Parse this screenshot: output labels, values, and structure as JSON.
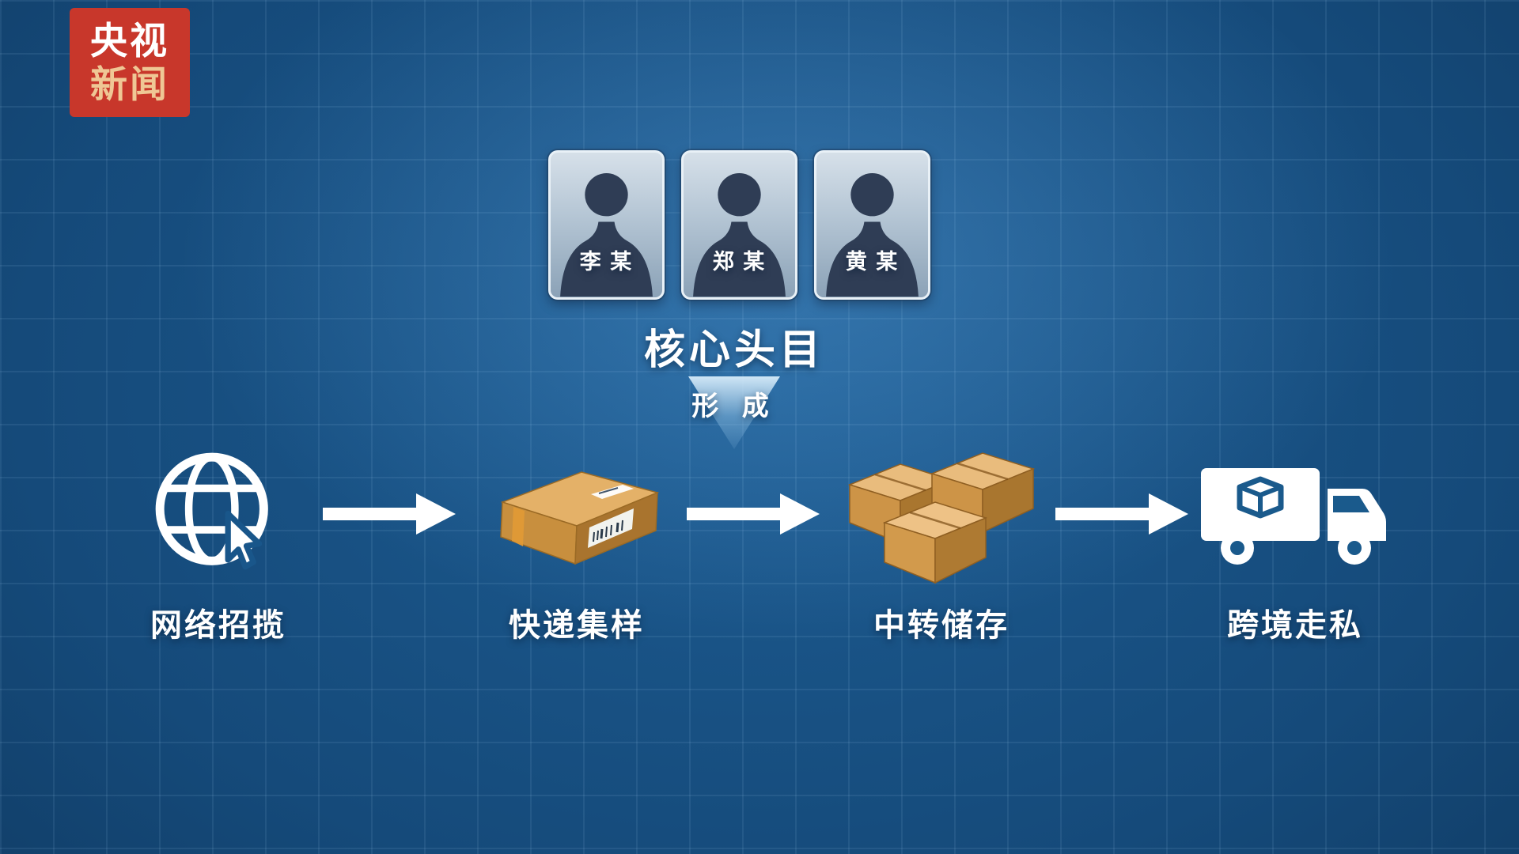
{
  "logo": {
    "line1": "央视",
    "line2": "新闻"
  },
  "leaders": {
    "title": "核心头目",
    "formation_label": "形 成",
    "people": [
      {
        "name": "李 某",
        "icon": "person-silhouette-icon"
      },
      {
        "name": "郑 某",
        "icon": "person-silhouette-icon"
      },
      {
        "name": "黄 某",
        "icon": "person-silhouette-icon"
      }
    ]
  },
  "flow": {
    "steps": [
      {
        "label": "网络招揽",
        "icon": "globe-cursor-icon"
      },
      {
        "label": "快递集样",
        "icon": "parcel-icon"
      },
      {
        "label": "中转储存",
        "icon": "stacked-boxes-icon"
      },
      {
        "label": "跨境走私",
        "icon": "truck-icon"
      }
    ],
    "connector_icon": "right-arrow-icon"
  },
  "colors": {
    "brand_red": "#c8372b",
    "background_blue": "#16497a",
    "grid_blue": "#9ccbee",
    "carton_tan": "#cd9447",
    "silhouette_navy": "#2f3d55",
    "text_white": "#ffffff",
    "logo_second_line": "#efc795"
  }
}
